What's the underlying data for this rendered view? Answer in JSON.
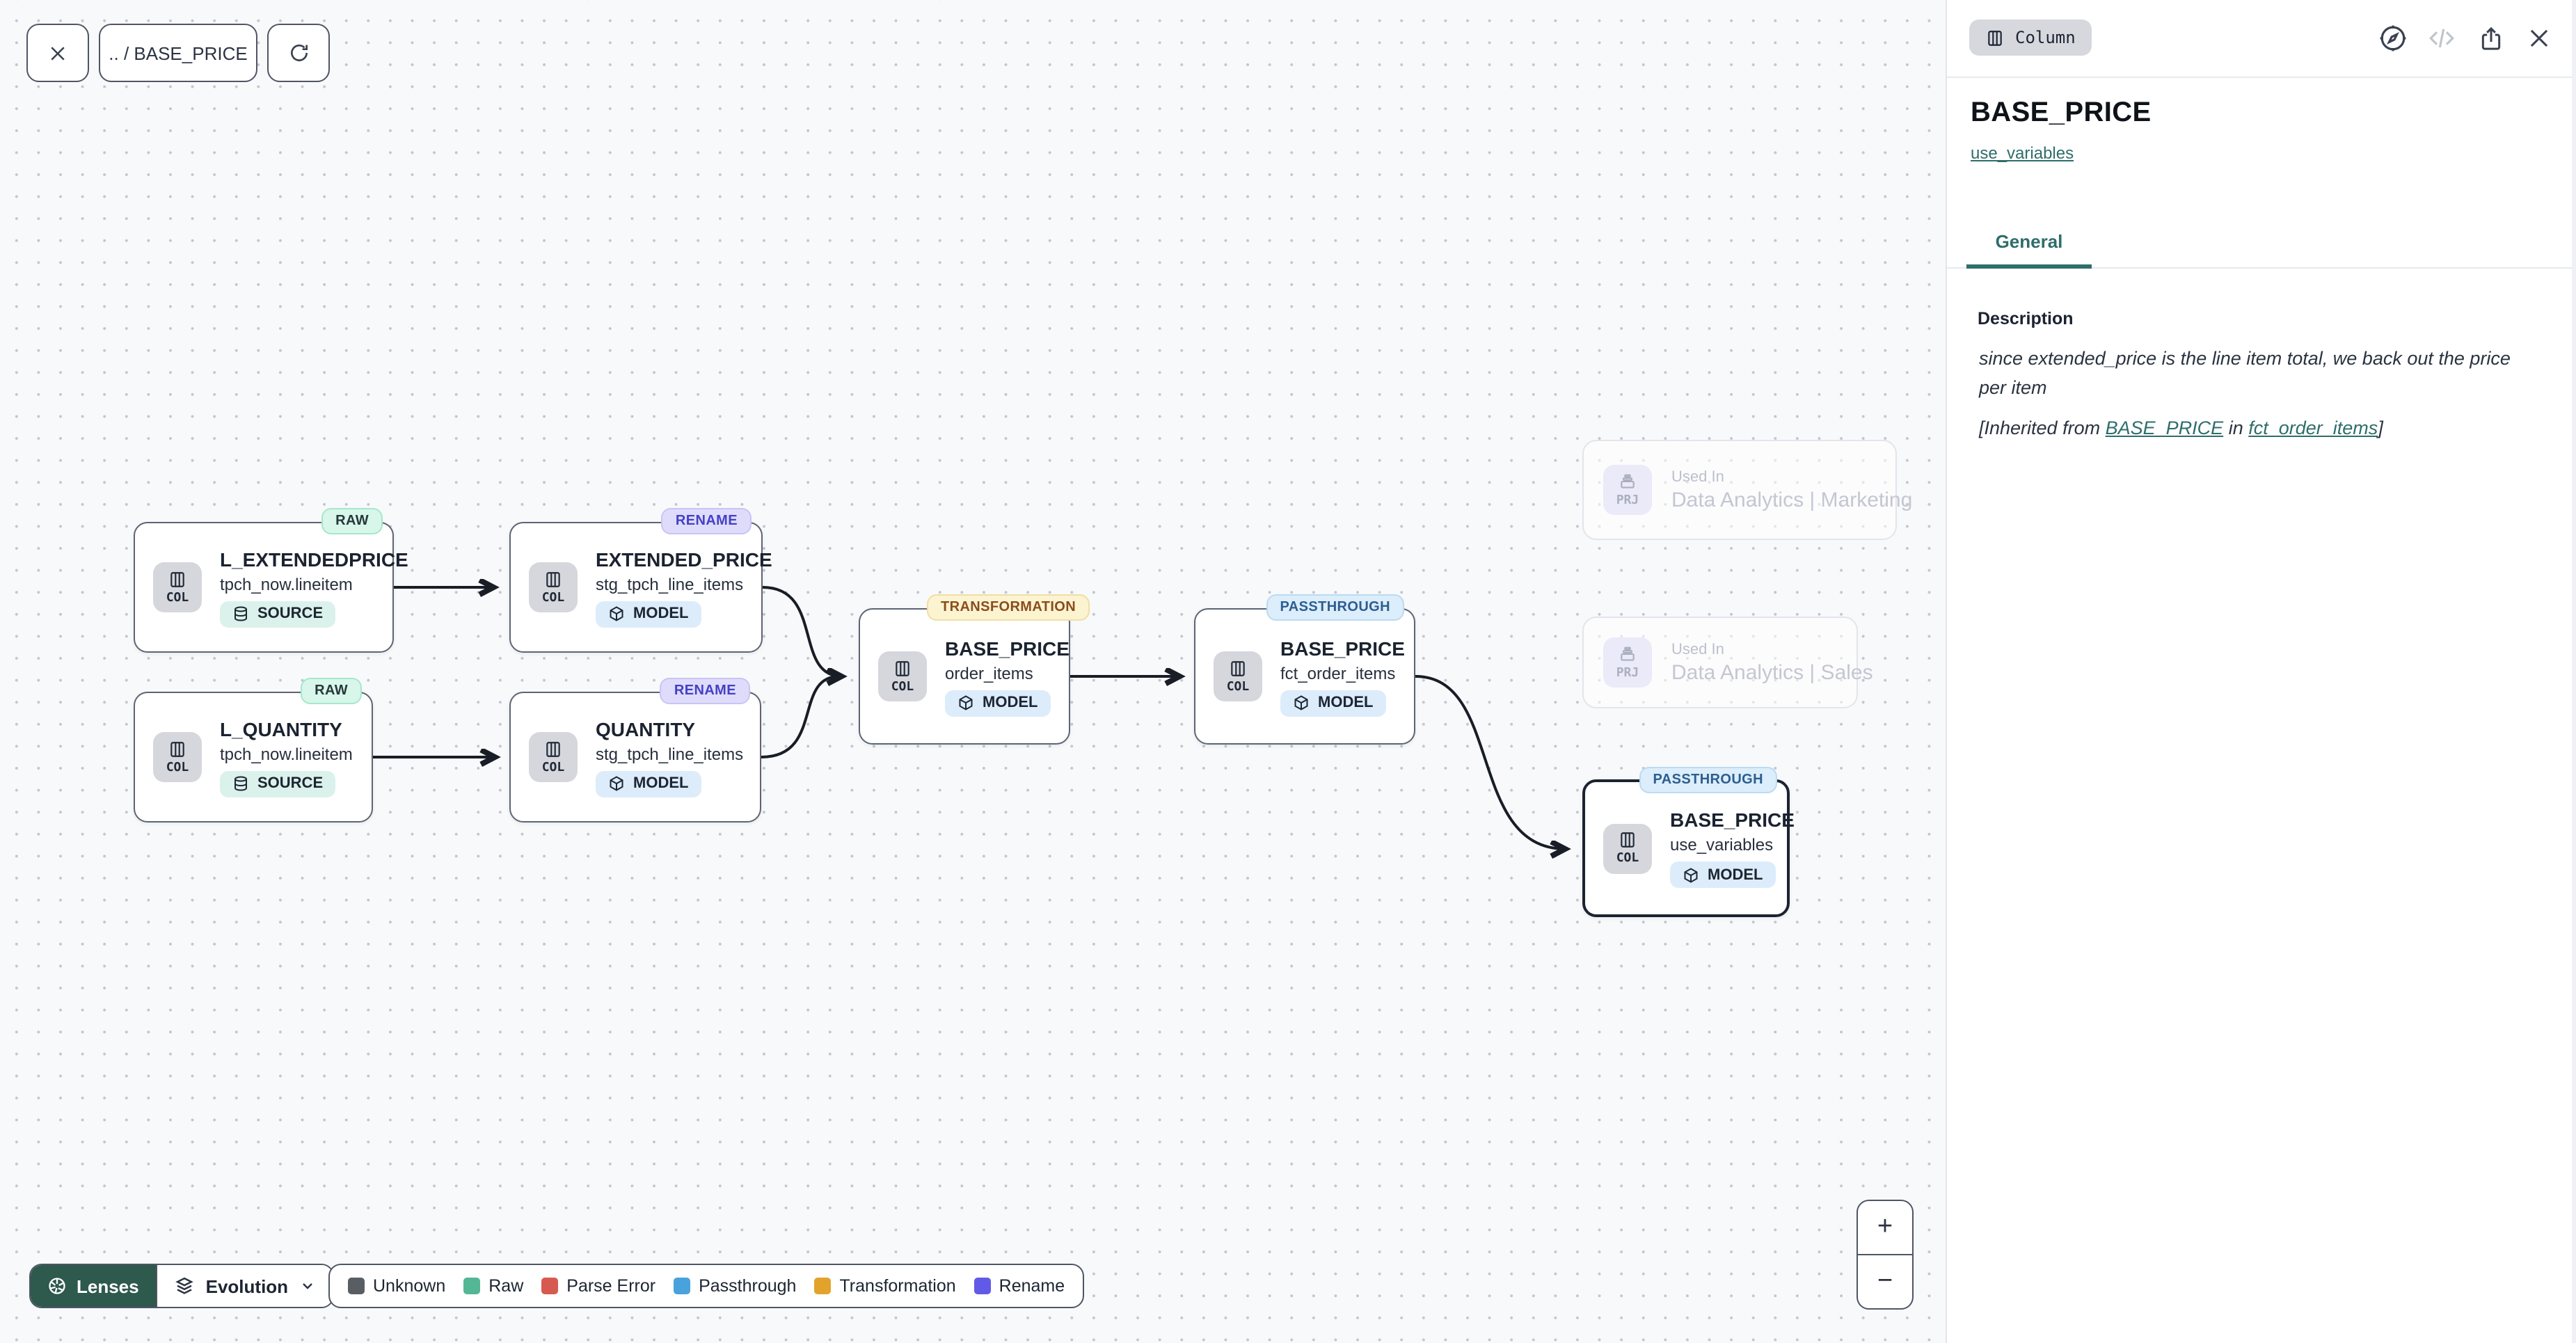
{
  "toolbar": {
    "breadcrumb": ".. / BASE_PRICE"
  },
  "graph": {
    "nodes": [
      {
        "badge": "RAW",
        "kind": "COL",
        "title": "L_EXTENDEDPRICE",
        "subtitle": "tpch_now.lineitem",
        "chip": "SOURCE"
      },
      {
        "badge": "RENAME",
        "kind": "COL",
        "title": "EXTENDED_PRICE",
        "subtitle": "stg_tpch_line_items",
        "chip": "MODEL"
      },
      {
        "badge": "RAW",
        "kind": "COL",
        "title": "L_QUANTITY",
        "subtitle": "tpch_now.lineitem",
        "chip": "SOURCE"
      },
      {
        "badge": "RENAME",
        "kind": "COL",
        "title": "QUANTITY",
        "subtitle": "stg_tpch_line_items",
        "chip": "MODEL"
      },
      {
        "badge": "TRANSFORMATION",
        "kind": "COL",
        "title": "BASE_PRICE",
        "subtitle": "order_items",
        "chip": "MODEL"
      },
      {
        "badge": "PASSTHROUGH",
        "kind": "COL",
        "title": "BASE_PRICE",
        "subtitle": "fct_order_items",
        "chip": "MODEL"
      },
      {
        "badge": "PASSTHROUGH",
        "kind": "COL",
        "title": "BASE_PRICE",
        "subtitle": "use_variables",
        "chip": "MODEL"
      }
    ],
    "projects": [
      {
        "kind": "PRJ",
        "label": "Used In",
        "name": "Data Analytics | Marketing"
      },
      {
        "kind": "PRJ",
        "label": "Used In",
        "name": "Data Analytics | Sales"
      }
    ]
  },
  "panel": {
    "type_chip": "Column",
    "title": "BASE_PRICE",
    "subtitle_link": "use_variables",
    "tabs": [
      {
        "label": "General"
      }
    ],
    "description_heading": "Description",
    "description": "since extended_price is the line item total, we back out the price per item",
    "inherited_prefix": "[Inherited from ",
    "inherited_link_column": "BASE_PRICE",
    "inherited_mid": " in ",
    "inherited_link_model": "fct_order_items",
    "inherited_suffix": "]"
  },
  "lenses": {
    "button_label": "Lenses",
    "selected_lens": "Evolution"
  },
  "legend": {
    "items": [
      {
        "label": "Unknown",
        "color": "#595e64"
      },
      {
        "label": "Raw",
        "color": "#53b795"
      },
      {
        "label": "Parse Error",
        "color": "#d75a50"
      },
      {
        "label": "Passthrough",
        "color": "#4aa2dc"
      },
      {
        "label": "Transformation",
        "color": "#e2a32d"
      },
      {
        "label": "Rename",
        "color": "#615ae7"
      }
    ]
  },
  "zoom_controls": {
    "zoom_in": "+",
    "zoom_out": "−"
  }
}
